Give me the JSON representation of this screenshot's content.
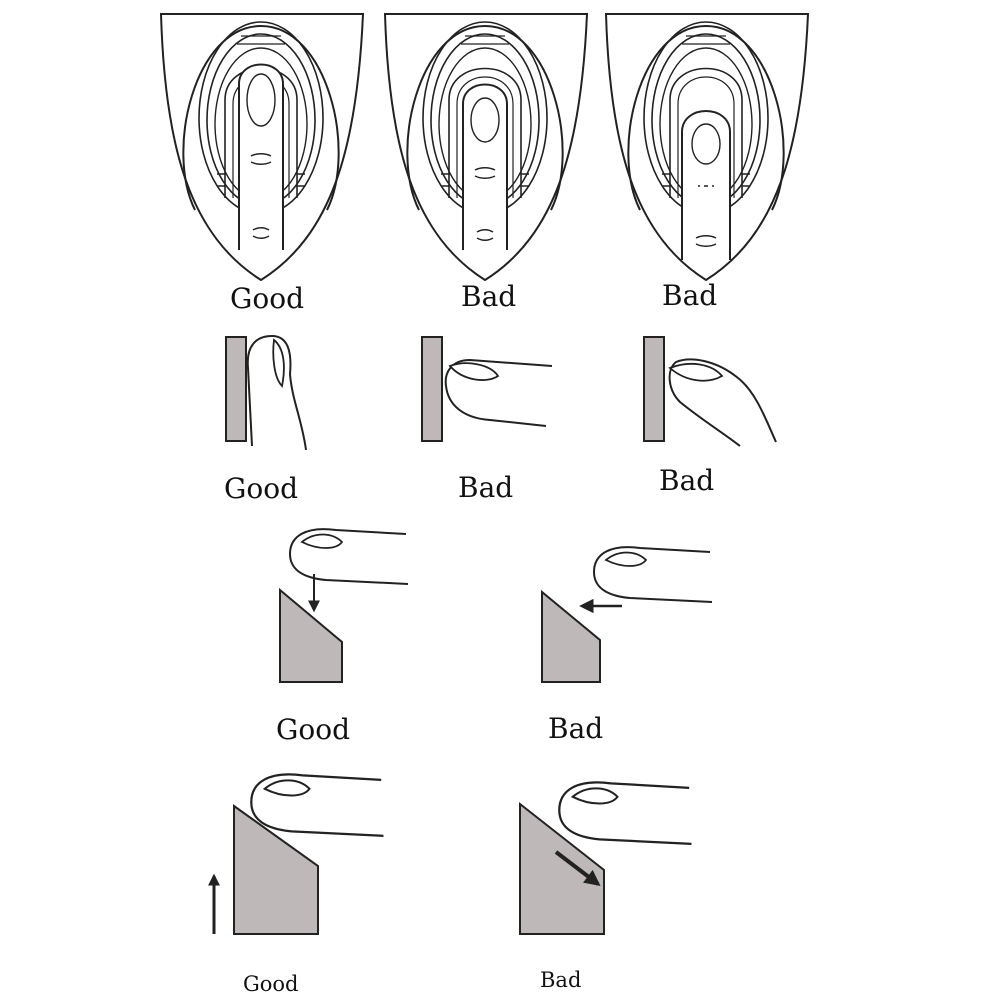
{
  "colors": {
    "ink": "#222222",
    "sensor_fill": "#bfb8b9",
    "background": "#ffffff"
  },
  "rows": [
    {
      "name": "scanner-top-view",
      "panels": [
        {
          "label": "Good",
          "verdict": "good"
        },
        {
          "label": "Bad",
          "verdict": "bad"
        },
        {
          "label": "Bad",
          "verdict": "bad"
        }
      ]
    },
    {
      "name": "finger-side-angle",
      "panels": [
        {
          "label": "Good",
          "verdict": "good"
        },
        {
          "label": "Bad",
          "verdict": "bad"
        },
        {
          "label": "Bad",
          "verdict": "bad"
        }
      ]
    },
    {
      "name": "finger-approach-direction",
      "panels": [
        {
          "label": "Good",
          "verdict": "good",
          "arrow": "down-arrow"
        },
        {
          "label": "Bad",
          "verdict": "bad",
          "arrow": "left-arrow"
        }
      ]
    },
    {
      "name": "finger-swipe-direction",
      "panels": [
        {
          "label": "Good",
          "verdict": "good",
          "arrow": "up-arrow"
        },
        {
          "label": "Bad",
          "verdict": "bad",
          "arrow": "diagonal-down-arrow"
        }
      ]
    }
  ]
}
